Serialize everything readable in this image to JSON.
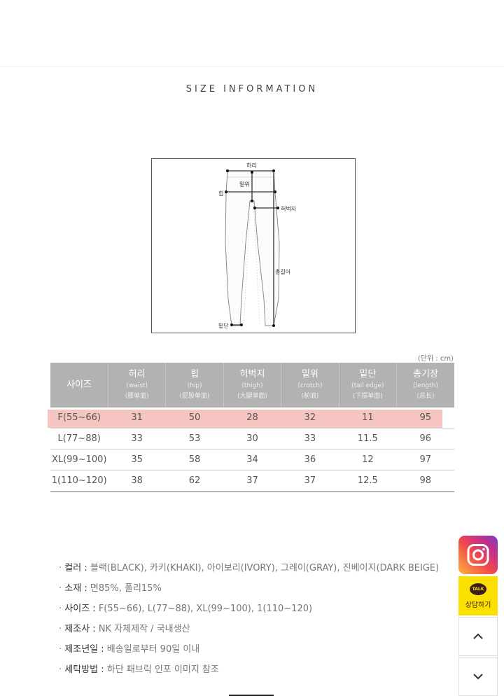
{
  "title": "SIZE INFORMATION",
  "diagram": {
    "labels": {
      "waist": "허리",
      "crotch": "밑위",
      "hip": "힙",
      "thigh": "허벅지",
      "length": "총길이",
      "tail_edge": "밑단"
    }
  },
  "unit_note": "(단위 : cm)",
  "table": {
    "headers": [
      {
        "main": "사이즈",
        "en": "",
        "cn": ""
      },
      {
        "main": "허리",
        "en": "(waist)",
        "cn": "(腰单面)"
      },
      {
        "main": "힙",
        "en": "(hip)",
        "cn": "(屁股单面)"
      },
      {
        "main": "허벅지",
        "en": "(thigh)",
        "cn": "(大腿单面)"
      },
      {
        "main": "밑위",
        "en": "(crotch)",
        "cn": "(前浪)"
      },
      {
        "main": "밑단",
        "en": "(tail edge)",
        "cn": "(下摆单面)"
      },
      {
        "main": "총기장",
        "en": "(length)",
        "cn": "(总长)"
      }
    ],
    "rows": [
      [
        "F(55~66)",
        "31",
        "50",
        "28",
        "32",
        "11",
        "95"
      ],
      [
        "L(77~88)",
        "33",
        "53",
        "30",
        "33",
        "11.5",
        "96"
      ],
      [
        "XL(99~100)",
        "35",
        "58",
        "34",
        "36",
        "12",
        "97"
      ],
      [
        "1(110~120)",
        "38",
        "62",
        "37",
        "37",
        "12.5",
        "98"
      ]
    ],
    "highlighted_row": 0,
    "highlight_color": "#f6c5c1"
  },
  "info": [
    {
      "key": "컬러 :",
      "value": "블랙(BLACK), 카키(KHAKI), 아이보리(IVORY), 그레이(GRAY), 진베이지(DARK BEIGE)"
    },
    {
      "key": "소재 :",
      "value": "면85%, 폴리15%"
    },
    {
      "key": "사이즈 :",
      "value": "F(55~66), L(77~88), XL(99~100), 1(110~120)"
    },
    {
      "key": "제조사 :",
      "value": "NK 자체제작 / 국내생산"
    },
    {
      "key": "제조년일 :",
      "value": "배송일로부터 90일 이내"
    },
    {
      "key": "세탁방법 :",
      "value": "하단 패브릭 인포 이미지 참조"
    }
  ],
  "info_bullet": "·",
  "side": {
    "instagram_icon": "instagram-icon",
    "talk_badge": "TALK",
    "talk_label": "상담하기",
    "up_icon": "chevron-up-icon",
    "down_icon": "chevron-down-icon"
  },
  "colors": {
    "header_bg": "#b2b2b2",
    "kakao_yellow": "#fbe000"
  }
}
